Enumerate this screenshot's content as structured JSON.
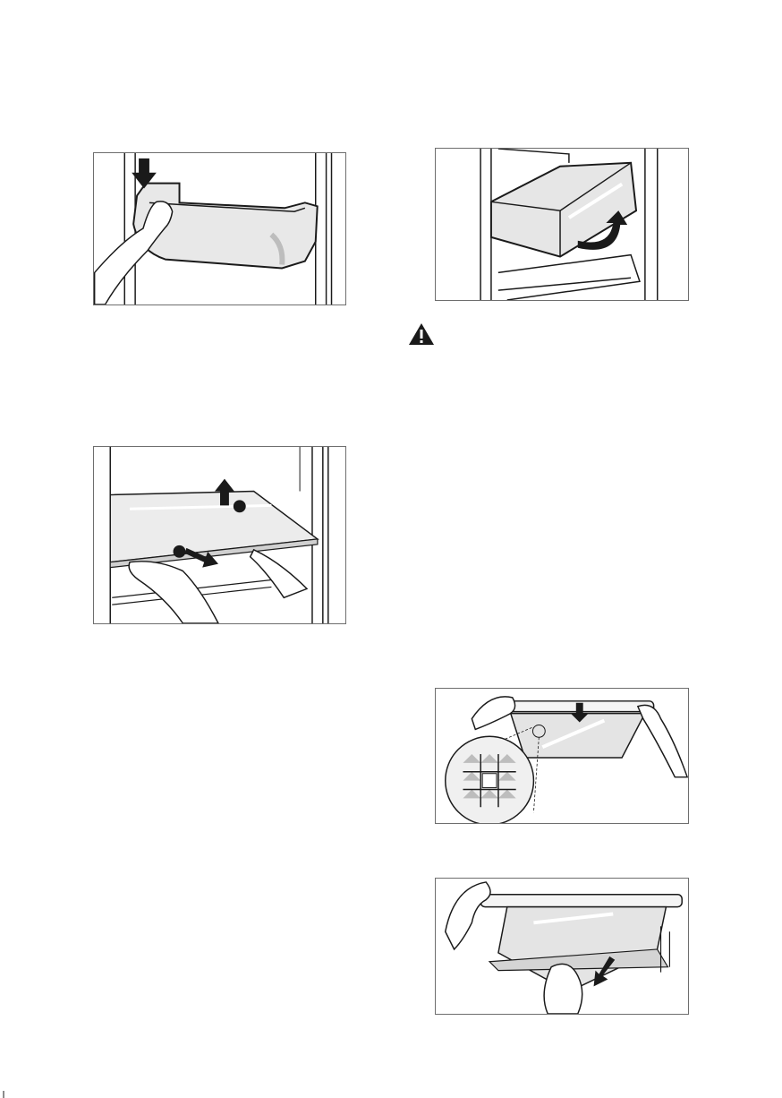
{
  "page": {
    "icons": {
      "warning": "warning-triangle-icon",
      "arrow": "arrow-icon"
    },
    "colors": {
      "line": "#1a1a1a",
      "frame": "#6e6e6e",
      "shade": "#d9d9d9",
      "glass": "#ececec"
    }
  },
  "figures": [
    {
      "id": "door-balcony-removal",
      "description_visible": false
    },
    {
      "id": "drawer-lift-removal",
      "description_visible": false
    },
    {
      "id": "glass-shelf-removal",
      "description_visible": false
    },
    {
      "id": "glass-cover-mounting",
      "description_visible": false
    },
    {
      "id": "crisper-glass-pullout",
      "description_visible": false
    }
  ]
}
